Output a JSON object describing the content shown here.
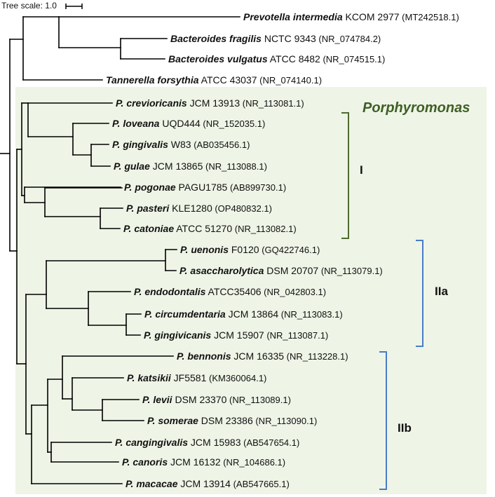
{
  "tree_scale_label": "Tree scale: 1.0",
  "genus_label": "Porphyromonas",
  "colors": {
    "highlight": "#eef4e6",
    "branch": "#000000",
    "clade_I": "#4e6b2f",
    "clade_IIa": "#4a7cc7",
    "clade_IIb": "#4a7cc7"
  },
  "clades": {
    "I": "I",
    "IIa": "IIa",
    "IIb": "IIb"
  },
  "taxa": [
    {
      "id": "prevotella-intermedia",
      "species": "Prevotella intermedia",
      "strain": "KCOM 2977",
      "accession": "(MT242518.1)"
    },
    {
      "id": "bacteroides-fragilis",
      "species": "Bacteroides fragilis",
      "strain": "NCTC 9343",
      "accession": "(NR_074784.2)"
    },
    {
      "id": "bacteroides-vulgatus",
      "species": "Bacteroides vulgatus",
      "strain": "ATCC 8482",
      "accession": "(NR_074515.1)"
    },
    {
      "id": "tannerella-forsythia",
      "species": "Tannerella forsythia",
      "strain": "ATCC 43037",
      "accession": "(NR_074140.1)"
    },
    {
      "id": "p-crevioricanis",
      "species": "P. crevioricanis",
      "strain": "JCM 13913",
      "accession": "(NR_113081.1)"
    },
    {
      "id": "p-loveana",
      "species": "P. loveana",
      "strain": "UQD444",
      "accession": "(NR_152035.1)"
    },
    {
      "id": "p-gingivalis",
      "species": "P. gingivalis",
      "strain": "W83",
      "accession": "(AB035456.1)"
    },
    {
      "id": "p-gulae",
      "species": "P. gulae",
      "strain": "JCM 13865",
      "accession": "(NR_113088.1)"
    },
    {
      "id": "p-pogonae",
      "species": "P. pogonae",
      "strain": "PAGU1785",
      "accession": "(AB899730.1)"
    },
    {
      "id": "p-pasteri",
      "species": "P. pasteri",
      "strain": "KLE1280",
      "accession": "(OP480832.1)"
    },
    {
      "id": "p-catoniae",
      "species": "P. catoniae",
      "strain": "ATCC 51270",
      "accession": "(NR_113082.1)"
    },
    {
      "id": "p-uenonis",
      "species": "P. uenonis",
      "strain": "F0120",
      "accession": "(GQ422746.1)"
    },
    {
      "id": "p-asaccharolytica",
      "species": "P. asaccharolytica",
      "strain": "DSM 20707",
      "accession": "(NR_113079.1)"
    },
    {
      "id": "p-endodontalis",
      "species": "P. endodontalis",
      "strain": "ATCC35406",
      "accession": "(NR_042803.1)"
    },
    {
      "id": "p-circumdentaria",
      "species": "P. circumdentaria",
      "strain": "JCM 13864",
      "accession": "(NR_113083.1)"
    },
    {
      "id": "p-gingivicanis",
      "species": "P. gingivicanis",
      "strain": "JCM 15907",
      "accession": "(NR_113087.1)"
    },
    {
      "id": "p-bennonis",
      "species": "P. bennonis",
      "strain": "JCM 16335",
      "accession": "(NR_113228.1)"
    },
    {
      "id": "p-katsikii",
      "species": "P. katsikii",
      "strain": "JF5581",
      "accession": "(KM360064.1)"
    },
    {
      "id": "p-levii",
      "species": "P. levii",
      "strain": "DSM 23370",
      "accession": "(NR_113089.1)"
    },
    {
      "id": "p-somerae",
      "species": "P. somerae",
      "strain": "DSM 23386",
      "accession": "(NR_113090.1)"
    },
    {
      "id": "p-cangingivalis",
      "species": "P. cangingivalis",
      "strain": "JCM 15983",
      "accession": "(AB547654.1)"
    },
    {
      "id": "p-canoris",
      "species": "P. canoris",
      "strain": "JCM 16132",
      "accession": "(NR_104686.1)"
    },
    {
      "id": "p-macacae",
      "species": "P. macacae",
      "strain": "JCM 13914",
      "accession": "(AB547665.1)"
    }
  ]
}
